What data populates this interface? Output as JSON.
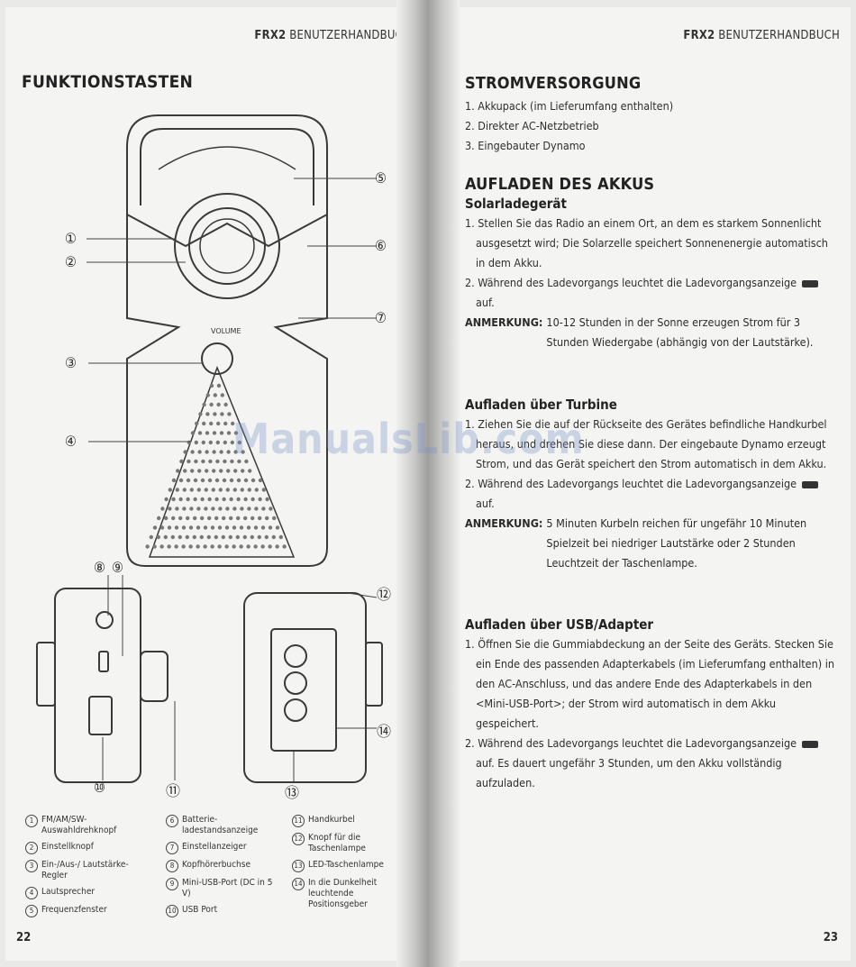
{
  "left_page": {
    "header_bold": "FRX2",
    "header_rest": " BENUTZERHANDBUCH",
    "title": "FUNKTIONSTASTEN",
    "callouts": [
      "①",
      "②",
      "③",
      "④",
      "⑤",
      "⑥",
      "⑦",
      "⑧",
      "⑨",
      "⑩",
      "⑪",
      "⑫",
      "⑬",
      "⑭"
    ],
    "legend_col1": [
      {
        "num": "1",
        "text": "FM/AM/SW-Auswahldrehknopf"
      },
      {
        "num": "2",
        "text": "Einstellknopf"
      },
      {
        "num": "3",
        "text": "Ein-/Aus-/ Lautstärke-Regler"
      },
      {
        "num": "4",
        "text": "Lautsprecher"
      },
      {
        "num": "5",
        "text": "Frequenzfenster"
      }
    ],
    "legend_col2": [
      {
        "num": "6",
        "text": "Batterie-ladestandsanzeige"
      },
      {
        "num": "7",
        "text": "Einstellanzeiger"
      },
      {
        "num": "8",
        "text": "Kopfhörerbuchse"
      },
      {
        "num": "9",
        "text": "Mini-USB-Port (DC in 5 V)"
      },
      {
        "num": "10",
        "text": "USB Port"
      }
    ],
    "legend_col3": [
      {
        "num": "11",
        "text": "Handkurbel"
      },
      {
        "num": "12",
        "text": "Knopf für die Taschenlampe"
      },
      {
        "num": "13",
        "text": "LED-Taschenlampe"
      },
      {
        "num": "14",
        "text": "In die Dunkelheit leuchtende Positionsgeber"
      }
    ],
    "volume_label": "VOLUME",
    "page_number": "22"
  },
  "right_page": {
    "header_bold": "FRX2",
    "header_rest": " BENUTZERHANDBUCH",
    "section1_title": "STROMVERSORGUNG",
    "section1_items": [
      "1. Akkupack (im Lieferumfang enthalten)",
      "2. Direkter AC-Netzbetrieb",
      "3. Eingebauter Dynamo"
    ],
    "section2_title": "AUFLADEN DES AKKUS",
    "solar_title": "Solarladegerät",
    "solar_item1": "1. Stellen Sie das Radio an einem Ort, an dem es starkem Sonnenlicht ausgesetzt wird; Die Solarzelle speichert Sonnenenergie automatisch in dem Akku.",
    "solar_item2_a": "2. Während des Ladevorgangs leuchtet die Ladevorgangsanzeige",
    "solar_item2_b": "auf.",
    "note_label": "ANMERKUNG:",
    "solar_note": "10-12 Stunden in der Sonne erzeugen Strom für 3 Stunden Wiedergabe (abhängig von der Lautstärke).",
    "turbine_title": "Aufladen über Turbine",
    "turbine_item1": "1. Ziehen Sie die auf der Rückseite des Gerätes befindliche Handkurbel heraus, und drehen Sie diese dann. Der eingebaute Dynamo erzeugt Strom, und das Gerät speichert den Strom automatisch in dem Akku.",
    "turbine_item2_a": "2. Während des Ladevorgangs leuchtet die Ladevorgangsanzeige",
    "turbine_item2_b": "auf.",
    "turbine_note": "5 Minuten Kurbeln reichen für ungefähr 10 Minuten Spielzeit bei niedriger Lautstärke oder 2 Stunden Leuchtzeit der Taschenlampe.",
    "usb_title": "Aufladen über USB/Adapter",
    "usb_item1": "1. Öffnen Sie die Gummiabdeckung an der Seite des Geräts. Stecken Sie ein Ende des passenden Adapterkabels (im Lieferumfang enthalten) in den AC-Anschluss, und das andere Ende des Adapterkabels in den <Mini-USB-Port>; der Strom wird automatisch in dem Akku gespeichert.",
    "usb_item2_a": "2. Während des Ladevorgangs leuchtet die Ladevorgangsanzeige",
    "usb_item2_b": "auf. Es dauert ungefähr 3 Stunden, um den Akku vollständig aufzuladen.",
    "page_number": "23"
  },
  "watermark": "ManualsLib.com"
}
